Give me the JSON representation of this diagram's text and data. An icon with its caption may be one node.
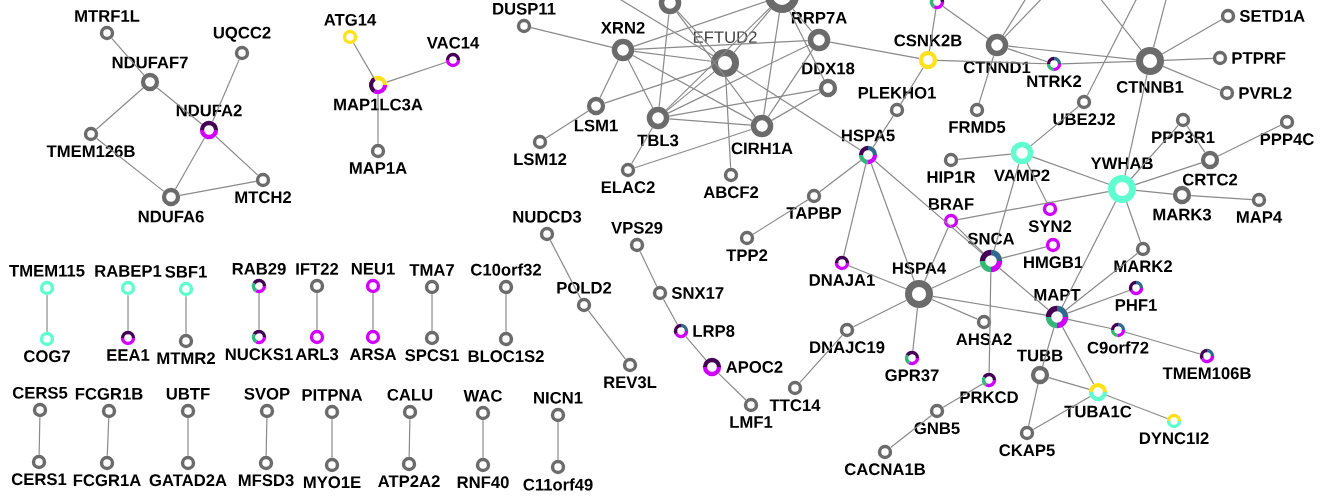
{
  "diagram": {
    "nodes": [
      {
        "text": [
          "MTRF1L"
        ]
      },
      {
        "text": [
          "UQCC2"
        ]
      },
      {
        "text": [
          "NDUFAF7"
        ]
      },
      {
        "text": [
          "NDUFA2"
        ]
      },
      {
        "text": [
          "TMEM126B"
        ]
      },
      {
        "text": [
          "NDUFA6"
        ]
      },
      {
        "text": [
          "MTCH2"
        ]
      },
      {
        "text": [
          "ATG14"
        ]
      },
      {
        "text": [
          "VAC14"
        ]
      },
      {
        "text": [
          "MAP1LC3A"
        ]
      },
      {
        "text": [
          "MAP1A"
        ]
      },
      {
        "text": [
          "TMEM115"
        ]
      },
      {
        "text": [
          "COG7"
        ]
      },
      {
        "text": [
          "RABEP1"
        ]
      },
      {
        "text": [
          "EEA1"
        ]
      },
      {
        "text": [
          "SBF1"
        ]
      },
      {
        "text": [
          "MTMR2"
        ]
      },
      {
        "text": [
          "RAB29"
        ]
      },
      {
        "text": [
          "NUCKS1"
        ]
      },
      {
        "text": [
          "IFT22"
        ]
      },
      {
        "text": [
          "ARL3"
        ]
      },
      {
        "text": [
          "NEU1"
        ]
      },
      {
        "text": [
          "ARSA"
        ]
      },
      {
        "text": [
          "TMA7"
        ]
      },
      {
        "text": [
          "SPCS1"
        ]
      },
      {
        "text": [
          "C10orf32"
        ]
      },
      {
        "text": [
          "BLOC1S2"
        ]
      },
      {
        "text": [
          "CERS5"
        ]
      },
      {
        "text": [
          "CERS1"
        ]
      },
      {
        "text": [
          "FCGR1B"
        ]
      },
      {
        "text": [
          "FCGR1A"
        ]
      },
      {
        "text": [
          "UBTF"
        ]
      },
      {
        "text": [
          "GATAD2A"
        ]
      },
      {
        "text": [
          "SVOP"
        ]
      },
      {
        "text": [
          "MFSD3"
        ]
      },
      {
        "text": [
          "PITPNA"
        ]
      },
      {
        "text": [
          "MYO1E"
        ]
      },
      {
        "text": [
          "CALU"
        ]
      },
      {
        "text": [
          "ATP2A2"
        ]
      },
      {
        "text": [
          "WAC"
        ]
      },
      {
        "text": [
          "RNF40"
        ]
      },
      {
        "text": [
          "NICN1"
        ]
      },
      {
        "text": [
          "C11orf49"
        ]
      },
      {
        "text": [
          "NUDCD3"
        ]
      },
      {
        "text": [
          "POLD2"
        ]
      },
      {
        "text": [
          "REV3L"
        ]
      },
      {
        "text": [
          "VPS29"
        ]
      },
      {
        "text": [
          "SNX17"
        ]
      },
      {
        "text": [
          "LRP8"
        ]
      },
      {
        "text": [
          "APOC2"
        ]
      },
      {
        "text": [
          "LMF1"
        ]
      },
      {
        "text": [],
        "shape": "circle"
      },
      {
        "text": [],
        "shape": "circle"
      },
      {
        "text": [],
        "shape": "circle"
      },
      {
        "text": [
          "DUSP11"
        ]
      },
      {
        "text": [
          "XRN2"
        ]
      },
      {
        "text": [
          "EFTUD2"
        ]
      },
      {
        "text": [
          "RRP7A"
        ]
      },
      {
        "text": [
          "DDX18"
        ]
      },
      {
        "text": [
          "LSM1"
        ]
      },
      {
        "text": [
          "TBL3"
        ]
      },
      {
        "text": [
          "CIRH1A"
        ]
      },
      {
        "text": [
          "LSM12"
        ]
      },
      {
        "text": [
          "ELAC2"
        ]
      },
      {
        "text": [
          "ABCF2"
        ]
      },
      {
        "text": [
          "PLEKHO1"
        ]
      },
      {
        "text": [
          "HSPA5"
        ]
      },
      {
        "text": [
          "TAPBP"
        ]
      },
      {
        "text": [
          "TPP2"
        ]
      },
      {
        "text": [
          "CSNK2B"
        ]
      },
      {
        "text": [
          "CTNND1"
        ]
      },
      {
        "text": [
          "NTRK2"
        ]
      },
      {
        "text": [
          "CTNNB1"
        ]
      },
      {
        "text": [
          "SETD1A"
        ]
      },
      {
        "text": [
          "PTPRF"
        ]
      },
      {
        "text": [
          "PVRL2"
        ]
      },
      {
        "text": [
          "FRMD5"
        ]
      },
      {
        "text": [
          "UBE2J2"
        ]
      },
      {
        "text": [
          "HIP1R"
        ]
      },
      {
        "text": [
          "VAMP2"
        ]
      },
      {
        "text": [
          "YWHAB"
        ]
      },
      {
        "text": [
          "PPP3R1"
        ]
      },
      {
        "text": [
          "PPP4C"
        ]
      },
      {
        "text": [
          "CRTC2"
        ]
      },
      {
        "text": [
          "MARK3"
        ]
      },
      {
        "text": [
          "MAP4"
        ]
      },
      {
        "text": [
          "BRAF"
        ]
      },
      {
        "text": [
          "SYN2"
        ]
      },
      {
        "text": [
          "SNCA"
        ]
      },
      {
        "text": [
          "HMGB1"
        ]
      },
      {
        "text": [
          "DNAJA1"
        ]
      },
      {
        "text": [
          "HSPA4"
        ]
      },
      {
        "text": [
          "MARK2"
        ]
      },
      {
        "text": [
          "MAPT"
        ]
      },
      {
        "text": [
          "PHF1"
        ]
      },
      {
        "text": [
          "C9orf72"
        ]
      },
      {
        "text": [
          "TMEM106B"
        ]
      },
      {
        "text": [
          "AHSA2"
        ]
      },
      {
        "text": [
          "DNAJC19"
        ]
      },
      {
        "text": [
          "TTC14"
        ]
      },
      {
        "text": [
          "GPR37"
        ]
      },
      {
        "text": [
          "PRKCD"
        ]
      },
      {
        "text": [
          "TUBB"
        ]
      },
      {
        "text": [
          "TUBA1C"
        ]
      },
      {
        "text": [
          "DYNC1I2"
        ]
      },
      {
        "text": [
          "CKAP5"
        ]
      },
      {
        "text": [
          "GNB5"
        ]
      },
      {
        "text": [
          "CACNA1B"
        ]
      }
    ],
    "edges": [
      {
        "from": 0,
        "to": 2,
        "arrow": "none"
      },
      {
        "from": 2,
        "to": 3,
        "arrow": "none"
      },
      {
        "from": 2,
        "to": 4,
        "arrow": "none"
      },
      {
        "from": 1,
        "to": 3,
        "arrow": "none"
      },
      {
        "from": 3,
        "to": 5,
        "arrow": "none"
      },
      {
        "from": 3,
        "to": 6,
        "arrow": "none"
      },
      {
        "from": 4,
        "to": 5,
        "arrow": "none"
      },
      {
        "from": 5,
        "to": 6,
        "arrow": "none"
      },
      {
        "from": 7,
        "to": 9,
        "arrow": "none"
      },
      {
        "from": 8,
        "to": 9,
        "arrow": "none"
      },
      {
        "from": 9,
        "to": 10,
        "arrow": "none"
      },
      {
        "from": 11,
        "to": 12,
        "arrow": "none"
      },
      {
        "from": 13,
        "to": 14,
        "arrow": "none"
      },
      {
        "from": 15,
        "to": 16,
        "arrow": "none"
      },
      {
        "from": 17,
        "to": 18,
        "arrow": "none"
      },
      {
        "from": 19,
        "to": 20,
        "arrow": "none"
      },
      {
        "from": 21,
        "to": 22,
        "arrow": "none"
      },
      {
        "from": 23,
        "to": 24,
        "arrow": "none"
      },
      {
        "from": 25,
        "to": 26,
        "arrow": "none"
      },
      {
        "from": 27,
        "to": 28,
        "arrow": "none"
      },
      {
        "from": 29,
        "to": 30,
        "arrow": "none"
      },
      {
        "from": 31,
        "to": 32,
        "arrow": "none"
      },
      {
        "from": 33,
        "to": 34,
        "arrow": "none"
      },
      {
        "from": 35,
        "to": 36,
        "arrow": "none"
      },
      {
        "from": 37,
        "to": 38,
        "arrow": "none"
      },
      {
        "from": 39,
        "to": 40,
        "arrow": "none"
      },
      {
        "from": 41,
        "to": 42,
        "arrow": "none"
      },
      {
        "from": 43,
        "to": 44,
        "arrow": "none"
      },
      {
        "from": 44,
        "to": 45,
        "arrow": "none"
      },
      {
        "from": 46,
        "to": 47,
        "arrow": "none"
      },
      {
        "from": 47,
        "to": 48,
        "arrow": "none"
      },
      {
        "from": 48,
        "to": 49,
        "arrow": "none"
      },
      {
        "from": 49,
        "to": 50,
        "arrow": "none"
      },
      {
        "from": 54,
        "to": 55,
        "arrow": "none"
      },
      {
        "from": 55,
        "to": 56,
        "arrow": "none"
      },
      {
        "from": 55,
        "to": 57,
        "arrow": "none"
      },
      {
        "from": 55,
        "to": 59,
        "arrow": "none"
      },
      {
        "from": 55,
        "to": 60,
        "arrow": "none"
      },
      {
        "from": 55,
        "to": 61,
        "arrow": "none"
      },
      {
        "from": 55,
        "to": 52,
        "arrow": "none"
      },
      {
        "from": null,
        "to": 56,
        "arrow": "none"
      },
      {
        "from": 51,
        "to": 56,
        "arrow": "none"
      },
      {
        "from": 51,
        "to": 60,
        "arrow": "none"
      },
      {
        "from": 51,
        "to": 61,
        "arrow": "none"
      },
      {
        "from": 52,
        "to": 56,
        "arrow": "none"
      },
      {
        "from": 52,
        "to": 60,
        "arrow": "none"
      },
      {
        "from": 52,
        "to": 61,
        "arrow": "none"
      },
      {
        "from": 52,
        "to": 57,
        "arrow": "none"
      },
      {
        "from": 52,
        "to": 58,
        "arrow": "none"
      },
      {
        "from": 56,
        "to": 59,
        "arrow": "none"
      },
      {
        "from": 56,
        "to": 60,
        "arrow": "none"
      },
      {
        "from": 56,
        "to": 64,
        "arrow": "none"
      },
      {
        "from": 56,
        "to": 66,
        "arrow": "none"
      },
      {
        "from": 57,
        "to": 60,
        "arrow": "none"
      },
      {
        "from": 57,
        "to": 61,
        "arrow": "none"
      },
      {
        "from": 57,
        "to": 69,
        "arrow": "none"
      },
      {
        "from": 58,
        "to": 60,
        "arrow": "none"
      },
      {
        "from": 58,
        "to": 61,
        "arrow": "none"
      },
      {
        "from": 60,
        "to": 61,
        "arrow": "none"
      },
      {
        "from": 60,
        "to": 63,
        "arrow": "none"
      },
      {
        "from": 61,
        "to": 63,
        "arrow": "none"
      },
      {
        "from": 59,
        "to": 62,
        "arrow": "none"
      },
      {
        "from": 65,
        "to": 69,
        "arrow": "none"
      },
      {
        "from": 65,
        "to": 66,
        "arrow": "none"
      },
      {
        "from": 69,
        "to": 53,
        "arrow": "none"
      },
      {
        "from": 69,
        "to": 71,
        "arrow": "none"
      },
      {
        "from": 71,
        "to": 72,
        "arrow": "none"
      },
      {
        "from": 70,
        "to": 72,
        "arrow": "none"
      },
      {
        "from": 70,
        "to": 71,
        "arrow": "none"
      },
      {
        "from": 70,
        "to": 76,
        "arrow": "none"
      },
      {
        "from": 70,
        "to": 53,
        "arrow": "none"
      },
      {
        "from": null,
        "to": 70,
        "arrow": "none"
      },
      {
        "from": null,
        "to": 70,
        "arrow": "none"
      },
      {
        "from": 72,
        "to": 73,
        "arrow": "none"
      },
      {
        "from": 72,
        "to": 74,
        "arrow": "none"
      },
      {
        "from": 72,
        "to": 75,
        "arrow": "none"
      },
      {
        "from": 72,
        "to": 80,
        "arrow": "none"
      },
      {
        "from": null,
        "to": 72,
        "arrow": "none"
      },
      {
        "from": null,
        "to": 72,
        "arrow": "none"
      },
      {
        "from": 77,
        "to": 79,
        "arrow": "none"
      },
      {
        "from": null,
        "to": 77,
        "arrow": "none"
      },
      {
        "from": 79,
        "to": 78,
        "arrow": "none"
      },
      {
        "from": 79,
        "to": 80,
        "arrow": "none"
      },
      {
        "from": 79,
        "to": 87,
        "arrow": "none"
      },
      {
        "from": 79,
        "to": 88,
        "arrow": "none"
      },
      {
        "from": 80,
        "to": 86,
        "arrow": "none"
      },
      {
        "from": 80,
        "to": 83,
        "arrow": "none"
      },
      {
        "from": 80,
        "to": 84,
        "arrow": "none"
      },
      {
        "from": 80,
        "to": 81,
        "arrow": "none"
      },
      {
        "from": 80,
        "to": 93,
        "arrow": "none"
      },
      {
        "from": 80,
        "to": 92,
        "arrow": "none"
      },
      {
        "from": 81,
        "to": 83,
        "arrow": "none"
      },
      {
        "from": 83,
        "to": 82,
        "arrow": "none"
      },
      {
        "from": 84,
        "to": 85,
        "arrow": "none"
      },
      {
        "from": 66,
        "to": 67,
        "arrow": "none"
      },
      {
        "from": 66,
        "to": 90,
        "arrow": "none"
      },
      {
        "from": 66,
        "to": 91,
        "arrow": "none"
      },
      {
        "from": 66,
        "to": 88,
        "arrow": "none"
      },
      {
        "from": 67,
        "to": 68,
        "arrow": "none"
      },
      {
        "from": 86,
        "to": 91,
        "arrow": "none"
      },
      {
        "from": 86,
        "to": 88,
        "arrow": "none"
      },
      {
        "from": 88,
        "to": 91,
        "arrow": "none"
      },
      {
        "from": 88,
        "to": 89,
        "arrow": "none"
      },
      {
        "from": 88,
        "to": 93,
        "arrow": "none"
      },
      {
        "from": 88,
        "to": 101,
        "arrow": "none"
      },
      {
        "from": 91,
        "to": 90,
        "arrow": "none"
      },
      {
        "from": 91,
        "to": 98,
        "arrow": "none"
      },
      {
        "from": 91,
        "to": 100,
        "arrow": "none"
      },
      {
        "from": 91,
        "to": 97,
        "arrow": "none"
      },
      {
        "from": 91,
        "to": 93,
        "arrow": "none"
      },
      {
        "from": 93,
        "to": 92,
        "arrow": "none"
      },
      {
        "from": 93,
        "to": 94,
        "arrow": "none"
      },
      {
        "from": 93,
        "to": 95,
        "arrow": "none"
      },
      {
        "from": 93,
        "to": 102,
        "arrow": "none"
      },
      {
        "from": 93,
        "to": 103,
        "arrow": "none"
      },
      {
        "from": 95,
        "to": 96,
        "arrow": "none"
      },
      {
        "from": 102,
        "to": 103,
        "arrow": "none"
      },
      {
        "from": 102,
        "to": 105,
        "arrow": "none"
      },
      {
        "from": 103,
        "to": 105,
        "arrow": "none"
      },
      {
        "from": 103,
        "to": 104,
        "arrow": "none"
      },
      {
        "from": 101,
        "to": 106,
        "arrow": "none"
      },
      {
        "from": 106,
        "to": 107,
        "arrow": "none"
      },
      {
        "from": 98,
        "to": 99,
        "arrow": "none"
      }
    ]
  }
}
